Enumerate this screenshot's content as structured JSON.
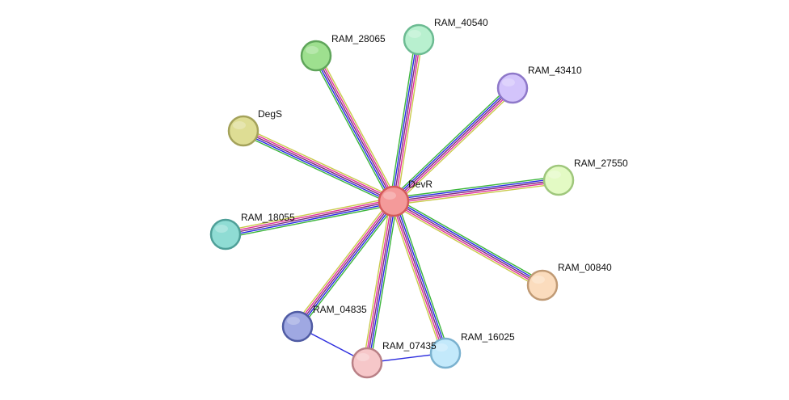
{
  "network": {
    "colors": {
      "edge_stack": [
        "#3bb53b",
        "#2727e6",
        "#7a2b7a",
        "#e02d9a",
        "#c9c94a"
      ],
      "edge_coexp": "#2d2dde",
      "node_stroke_default": "#555555"
    },
    "center": {
      "id": "DevR",
      "label": "DevR",
      "fill": "#f49a9a",
      "stroke": "#d45a5a"
    },
    "nodes": [
      {
        "id": "RAM_28065",
        "label": "RAM_28065",
        "fill": "#9ee08f",
        "stroke": "#5fa55a"
      },
      {
        "id": "RAM_40540",
        "label": "RAM_40540",
        "fill": "#b8f0cf",
        "stroke": "#6cbb92"
      },
      {
        "id": "RAM_43410",
        "label": "RAM_43410",
        "fill": "#d3c4fb",
        "stroke": "#8e78c9"
      },
      {
        "id": "DegS",
        "label": "DegS",
        "fill": "#dedd94",
        "stroke": "#a4a25a"
      },
      {
        "id": "RAM_27550",
        "label": "RAM_27550",
        "fill": "#e3fac4",
        "stroke": "#9fc77c"
      },
      {
        "id": "RAM_18055",
        "label": "RAM_18055",
        "fill": "#8fdcd4",
        "stroke": "#4e9f98"
      },
      {
        "id": "RAM_00840",
        "label": "RAM_00840",
        "fill": "#fbdcbd",
        "stroke": "#c09a74"
      },
      {
        "id": "RAM_04835",
        "label": "RAM_04835",
        "fill": "#9fa8e2",
        "stroke": "#4f5ba3"
      },
      {
        "id": "RAM_07435",
        "label": "RAM_07435",
        "fill": "#f6c7c9",
        "stroke": "#b98086"
      },
      {
        "id": "RAM_16025",
        "label": "RAM_16025",
        "fill": "#c3e9fb",
        "stroke": "#7ab1cf"
      }
    ],
    "edges": [
      {
        "from": "DevR",
        "to": "RAM_28065",
        "kind": "stack"
      },
      {
        "from": "DevR",
        "to": "RAM_40540",
        "kind": "stack"
      },
      {
        "from": "DevR",
        "to": "RAM_43410",
        "kind": "stack"
      },
      {
        "from": "DevR",
        "to": "DegS",
        "kind": "stack"
      },
      {
        "from": "DevR",
        "to": "RAM_27550",
        "kind": "stack"
      },
      {
        "from": "DevR",
        "to": "RAM_18055",
        "kind": "stack"
      },
      {
        "from": "DevR",
        "to": "RAM_00840",
        "kind": "stack"
      },
      {
        "from": "DevR",
        "to": "RAM_04835",
        "kind": "stack"
      },
      {
        "from": "DevR",
        "to": "RAM_07435",
        "kind": "stack"
      },
      {
        "from": "DevR",
        "to": "RAM_16025",
        "kind": "stack"
      },
      {
        "from": "RAM_04835",
        "to": "RAM_07435",
        "kind": "single"
      },
      {
        "from": "RAM_07435",
        "to": "RAM_16025",
        "kind": "single"
      }
    ]
  }
}
